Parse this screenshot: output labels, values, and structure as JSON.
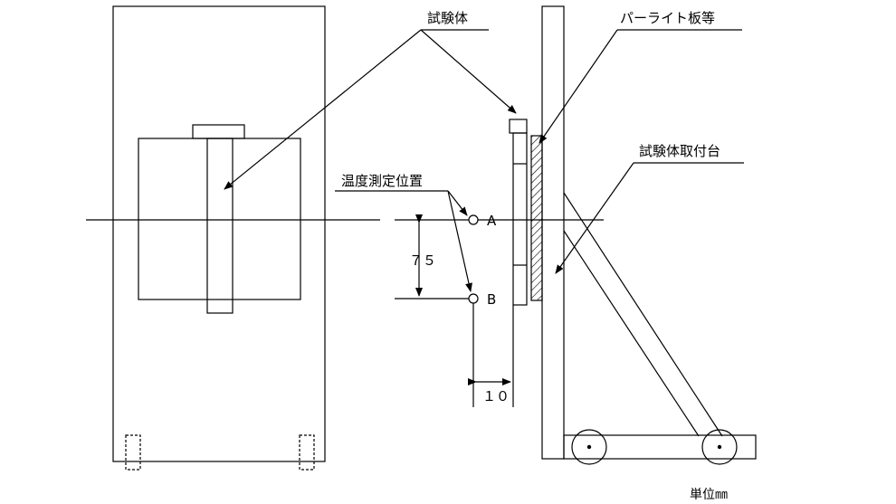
{
  "labels": {
    "specimen": "試験体",
    "perlite_board": "パーライト板等",
    "specimen_mount": "試験体取付台",
    "temp_measure_position": "温度測定位置",
    "point_a": "A",
    "point_b": "B",
    "dim_vertical": "７５",
    "dim_horizontal": "１０",
    "unit": "単位㎜"
  },
  "colors": {
    "line": "#000000",
    "background": "#ffffff"
  }
}
